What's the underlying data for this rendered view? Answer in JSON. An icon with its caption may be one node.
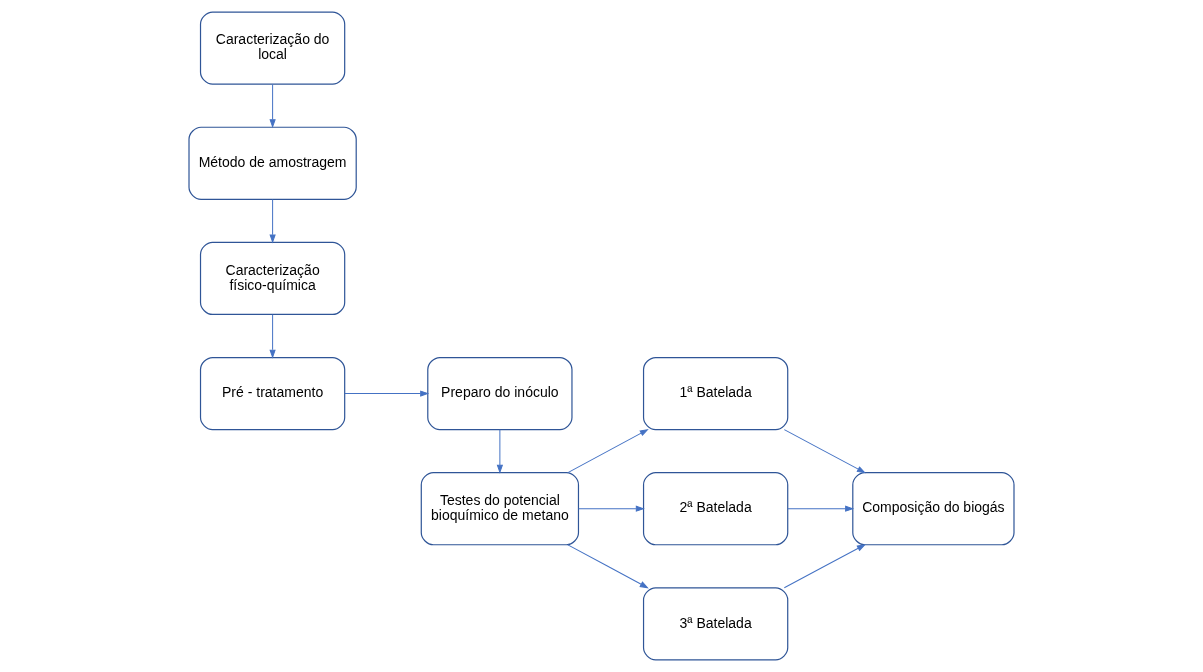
{
  "diagram": {
    "nodes": [
      {
        "text": [
          "Caracterização do local"
        ]
      },
      {
        "text": [
          "Método de amostragem"
        ]
      },
      {
        "text": [
          "Caracterização físico-química"
        ]
      },
      {
        "text": [
          "Pré - tratamento"
        ]
      },
      {
        "text": [
          "Preparo do inóculo"
        ]
      },
      {
        "text": [
          "Testes do potencial bioquímico de metano"
        ]
      },
      {
        "text": [
          "1ª Batelada"
        ]
      },
      {
        "text": [
          "2ª Batelada"
        ]
      },
      {
        "text": [
          "3ª Batelada"
        ]
      },
      {
        "text": [
          "Composição do biogás"
        ]
      }
    ],
    "edges": [
      {
        "from": 0,
        "to": 1,
        "arrow": "to"
      },
      {
        "from": 1,
        "to": 2,
        "arrow": "to"
      },
      {
        "from": 2,
        "to": 3,
        "arrow": "to"
      },
      {
        "from": 3,
        "to": 4,
        "arrow": "to"
      },
      {
        "from": 4,
        "to": 5,
        "arrow": "to"
      },
      {
        "from": 5,
        "to": 6,
        "arrow": "to"
      },
      {
        "from": 5,
        "to": 7,
        "arrow": "to"
      },
      {
        "from": 5,
        "to": 8,
        "arrow": "to"
      },
      {
        "from": 6,
        "to": 9,
        "arrow": "to"
      },
      {
        "from": 7,
        "to": 9,
        "arrow": "to"
      },
      {
        "from": 8,
        "to": 9,
        "arrow": "to"
      }
    ]
  }
}
